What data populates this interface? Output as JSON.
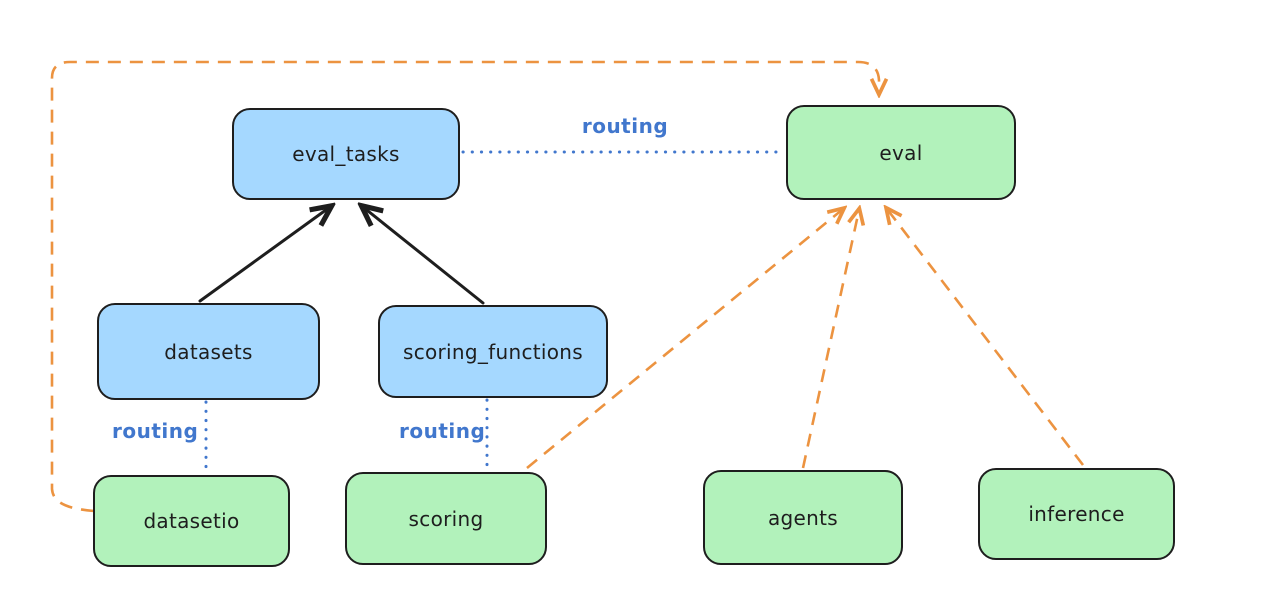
{
  "colors": {
    "node_blue_fill": "#a5d8ff",
    "node_green_fill": "#b2f2bb",
    "node_border": "#1e1e1e",
    "edge_black": "#1e1e1e",
    "edge_orange": "#ec9340",
    "edge_blue": "#4177cd"
  },
  "nodes": {
    "eval_tasks": {
      "label": "eval_tasks",
      "color": "blue"
    },
    "eval": {
      "label": "eval",
      "color": "green"
    },
    "datasets": {
      "label": "datasets",
      "color": "blue"
    },
    "scoring_functions": {
      "label": "scoring_functions",
      "color": "blue"
    },
    "datasetio": {
      "label": "datasetio",
      "color": "green"
    },
    "scoring": {
      "label": "scoring",
      "color": "green"
    },
    "agents": {
      "label": "agents",
      "color": "green"
    },
    "inference": {
      "label": "inference",
      "color": "green"
    }
  },
  "edge_labels": {
    "routing_eval_tasks_eval": "routing",
    "routing_datasets_datasetio": "routing",
    "routing_scoring_functions_scoring": "routing"
  },
  "edges": [
    {
      "from": "datasets",
      "to": "eval_tasks",
      "style": "solid-arrow",
      "color": "black"
    },
    {
      "from": "scoring_functions",
      "to": "eval_tasks",
      "style": "solid-arrow",
      "color": "black"
    },
    {
      "from": "eval_tasks",
      "to": "eval",
      "style": "dotted-line",
      "color": "blue",
      "label": "routing"
    },
    {
      "from": "datasets",
      "to": "datasetio",
      "style": "dotted-line",
      "color": "blue",
      "label": "routing"
    },
    {
      "from": "scoring_functions",
      "to": "scoring",
      "style": "dotted-line",
      "color": "blue",
      "label": "routing"
    },
    {
      "from": "datasetio",
      "to": "eval",
      "style": "dashed-arrow",
      "color": "orange"
    },
    {
      "from": "scoring",
      "to": "eval",
      "style": "dashed-arrow",
      "color": "orange"
    },
    {
      "from": "agents",
      "to": "eval",
      "style": "dashed-arrow",
      "color": "orange"
    },
    {
      "from": "inference",
      "to": "eval",
      "style": "dashed-arrow",
      "color": "orange"
    }
  ]
}
